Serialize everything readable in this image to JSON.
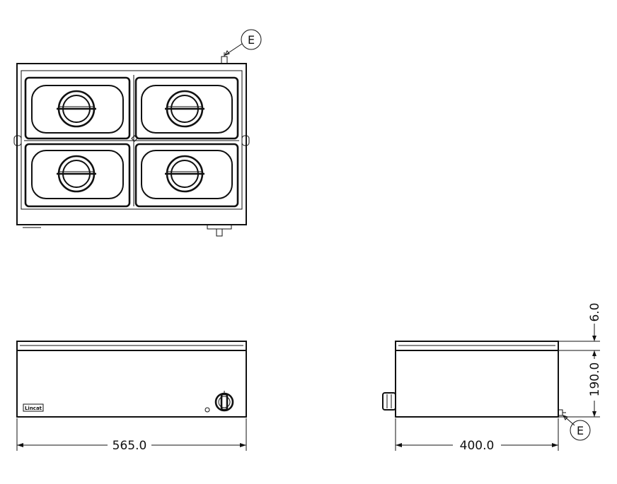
{
  "callouts": {
    "top_view": "E",
    "side_view": "E"
  },
  "dimensions": {
    "front_width": "565.0",
    "side_depth": "400.0",
    "body_height": "190.0",
    "lid_height": "6.0"
  },
  "brand_label": "Lincat"
}
